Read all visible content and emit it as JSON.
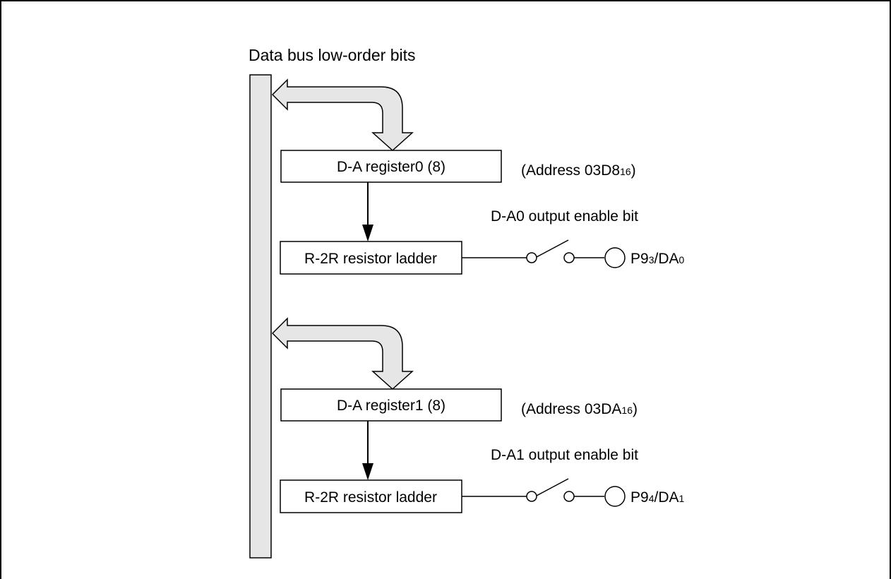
{
  "title": "Data bus low-order bits",
  "channels": [
    {
      "register_label": "D-A register0 (8)",
      "address_label": "(Address 03D8",
      "address_sub": "16",
      "address_close": ")",
      "enable_label": "D-A0 output enable bit",
      "ladder_label": "R-2R resistor ladder",
      "pin_prefix": "P9",
      "pin_sub1": "3",
      "pin_mid": "/DA",
      "pin_sub2": "0"
    },
    {
      "register_label": "D-A register1 (8)",
      "address_label": "(Address 03DA",
      "address_sub": "16",
      "address_close": ")",
      "enable_label": "D-A1 output enable bit",
      "ladder_label": "R-2R resistor ladder",
      "pin_prefix": "P9",
      "pin_sub1": "4",
      "pin_mid": "/DA",
      "pin_sub2": "1"
    }
  ],
  "colors": {
    "bus_fill": "#e6e6e6",
    "stroke": "#000000",
    "background": "#ffffff"
  }
}
